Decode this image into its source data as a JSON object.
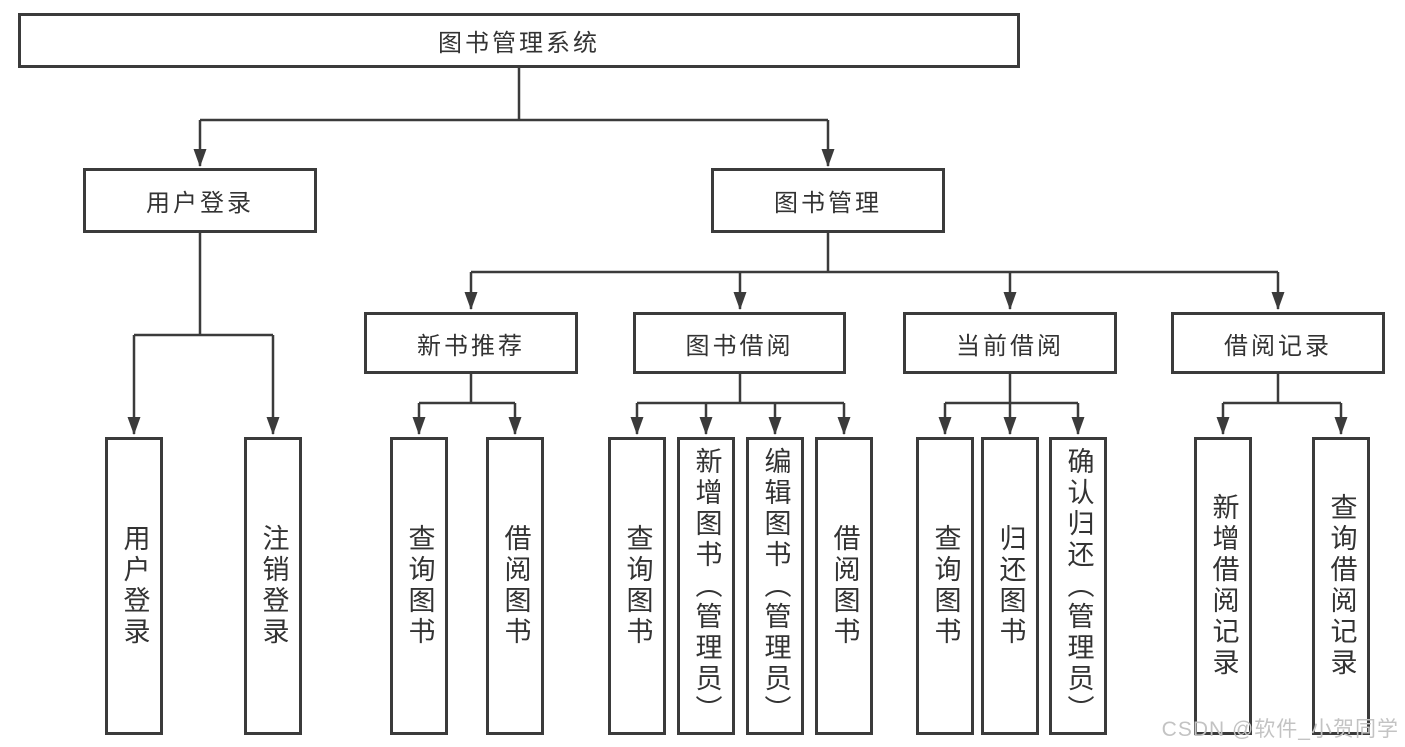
{
  "diagram": {
    "root": "图书管理系统",
    "level2": [
      {
        "label": "用户登录"
      },
      {
        "label": "图书管理"
      }
    ],
    "level3": [
      {
        "label": "新书推荐",
        "parent": "图书管理"
      },
      {
        "label": "图书借阅",
        "parent": "图书管理"
      },
      {
        "label": "当前借阅",
        "parent": "图书管理"
      },
      {
        "label": "借阅记录",
        "parent": "图书管理"
      }
    ],
    "leaves": [
      {
        "label": "用户登录",
        "parent": "用户登录"
      },
      {
        "label": "注销登录",
        "parent": "用户登录"
      },
      {
        "label": "查询图书",
        "parent": "新书推荐"
      },
      {
        "label": "借阅图书",
        "parent": "新书推荐"
      },
      {
        "label": "查询图书",
        "parent": "图书借阅"
      },
      {
        "label": "新增图书（管理员）",
        "parent": "图书借阅"
      },
      {
        "label": "编辑图书（管理员）",
        "parent": "图书借阅"
      },
      {
        "label": "借阅图书",
        "parent": "图书借阅"
      },
      {
        "label": "查询图书",
        "parent": "当前借阅"
      },
      {
        "label": "归还图书",
        "parent": "当前借阅"
      },
      {
        "label": "确认归还（管理员）",
        "parent": "当前借阅"
      },
      {
        "label": "新增借阅记录",
        "parent": "借阅记录"
      },
      {
        "label": "查询借阅记录",
        "parent": "借阅记录"
      }
    ]
  },
  "watermark": "CSDN @软件_小贺同学",
  "colors": {
    "line": "#3b3b3b",
    "text": "#333333",
    "watermark": "#c3c3c3",
    "background": "#ffffff"
  }
}
